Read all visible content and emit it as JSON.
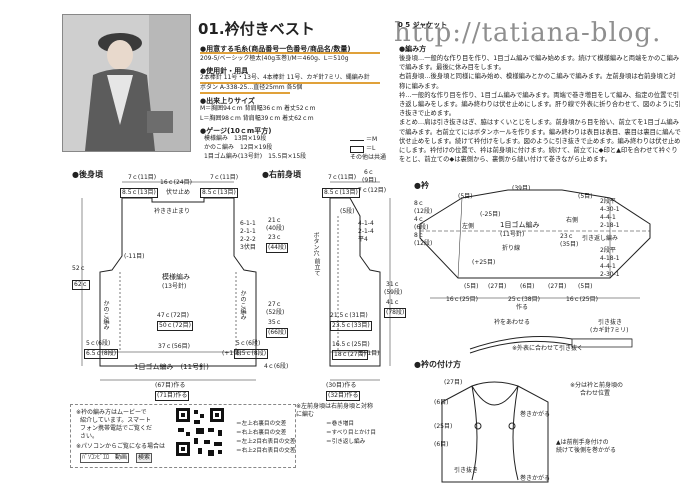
{
  "header": {
    "title": "01.衿付きベスト",
    "watermark": "http://tatiana-blog.",
    "page_tag": "0 5 ジャケット"
  },
  "materials": {
    "yarn_heading": "●用意する毛糸(商品番号一色番号/商品名/数量)",
    "yarn_line": "209-5/ベーシック極太(40g玉巻)/M＝460g、L＝510g",
    "tools_heading": "●使用針・用具",
    "tools_line1": "2本棒針 11号・13号、4本棒針 11号、カギ針7ミリ、縄編み針",
    "tools_line2": "ボタン A-338-25…直径25mm 各5個",
    "size_heading": "●出来上りサイズ",
    "size_m": "M＝胸囲94ｃm 背肩幅36ｃm 着丈52ｃm",
    "size_l": "L＝胸囲98ｃm 背肩幅39ｃm 着丈62ｃm",
    "gauge_heading": "●ゲージ(10ｃm平方)",
    "gauge_rows": [
      "模様編み　13目×19段",
      "かのこ編み　12目×19段",
      "1目ゴム編み(13号針)　15.5目×15段"
    ]
  },
  "method": {
    "heading": "●編み方",
    "paragraphs": [
      "後身頃…一般的な作り目を作り、1目ゴム編みで編み始めます。続けて模様編みと両端をかのこ編みで編みます。最後に休み目をします。",
      "右前身頃…後身頃と同様に編み始め、模様編みとかのこ編みで編みます。左前身頃は右前身頃と対称に編みます。",
      "衿…一般的な作り目を作り、1目ゴム編みで編みます。両端で巻き増目をして編み、指定の位置で引き返し編みをします。編み終わりは伏せ止めにします。肝り線で外表に折り合わせて、図のように引き抜きで止めます。",
      "まとめ…肩は引き抜きはぎ、脇はすくいとじをします。前身頃から目を拾い、前立てを1目ゴム編みで編みます。右前立てにはボタンホールを作ります。編み終わりは表目は表目、裏目は裏目に編んで伏せ止めをします。続けて衿付けをします。図のように引き抜きで止めます。編み終わりは伏せ止めにします。衿付けの位置で、衿は前身頃に付けます。続けて、前立てに◆印と▲印を合わせて衿ぐりをとじ、前立ての◆は裏側から、裏側から縫い付けて巻きながら止めます。"
    ]
  },
  "diagrams": {
    "back_title": "●後身頃",
    "front_title": "●右前身頃",
    "collar_title": "●衿",
    "collar_attach_title": "●衿の付け方",
    "back": {
      "top_left": "7ｃ(11目)",
      "top_mid": "16ｃ(24目)",
      "top_right": "7ｃ(11目)",
      "shoulder_l": "8.5ｃ(13目)",
      "shoulder_r": "8.5ｃ(13目)",
      "bind_off": "伏せ止め",
      "neck": "衿きき止まり",
      "pattern": "模様編み",
      "needle": "(13号針)",
      "side": "かのこ編み",
      "rib": "1目ゴム編み　(11号針)",
      "w47": "47ｃ(72目)",
      "w50": "50ｃ(72目)",
      "w37": "37ｃ(56目)",
      "bottom": "(67目)作る",
      "bottom2": "(71目)作る",
      "h52": "52ｃ",
      "h62": "62ｃ",
      "h21": "21ｃ",
      "h40": "(40段)",
      "h23": "23ｃ",
      "h44": "(44段)",
      "h27": "27ｃ",
      "h52r": "(52段)",
      "h35": "35ｃ",
      "h66": "(66段)",
      "rows1": "6-1-1",
      "rows2": "2-1-1",
      "rows3": "2-2-2",
      "rows4": "3伏目",
      "plus11": "(-11目)",
      "plus1": "(+1目)",
      "c5a": "5ｃ(6段)",
      "c5b": "6.5ｃ(8段)",
      "c4": "4ｃ(6段)"
    },
    "front": {
      "top_left": "7ｃ(11目)",
      "top_r": "6ｃ",
      "top_r2": "(9目)",
      "shoulder": "8.5ｃ(13目)",
      "right_top": "7ｃ(12目)",
      "neck_mark": "(5段)",
      "rows": [
        "4-1-4",
        "2-1-4",
        "平4"
      ],
      "buttonhole": "ボタン穴",
      "w215": "21.5ｃ(31目)",
      "w235": "23.5ｃ(33目)",
      "w165": "16.5ｃ(25目)",
      "w18": "18ｃ(27目)",
      "h31": "31ｃ",
      "h59": "(59段)",
      "h41": "41ｃ",
      "h78": "(78段)",
      "plus1": "(+1目)",
      "bottom": "(30目)作る",
      "bottom2": "(32目)作る",
      "note": "※左前身頃は右前身頃と対称に編む",
      "front_edge": "前立て"
    },
    "collar": {
      "top": "(39目)",
      "top2": "(5目)",
      "w23": "23ｃ",
      "w35": "(35目)",
      "pattern": "1目ゴム編み",
      "needle": "(11号針)",
      "fold": "折り線",
      "left": "左側",
      "right": "右側",
      "center": "(-25目)",
      "reverse": "引き返し編み",
      "rows_r": [
        "2段平",
        "4-30-1",
        "4-4-1",
        "2-18-1"
      ],
      "rows_r2": [
        "2段平",
        "4-18-1",
        "4-4-1",
        "2-30-1"
      ],
      "left_vals": [
        "8ｃ",
        "(12段)",
        "8ｃ",
        "(12段)",
        "4ｃ",
        "(6段)"
      ],
      "bottom_vals": [
        "(5目)",
        "(27目)",
        "(6目)",
        "(27目)",
        "(5目)"
      ],
      "plus25": "(+25目)",
      "w16a": "16ｃ(25目)",
      "w25": "25ｃ(38目)",
      "w16b": "16ｃ(25目)",
      "make": "作る"
    },
    "collar_detail": {
      "label1": "衿をあわせる",
      "label2": "引き抜き",
      "label3": "(カギ針7ミリ)",
      "note": "※外表に合わせて引き抜く"
    },
    "attach": {
      "rows": "(27目)",
      "a": "(6目)",
      "b": "(25目)",
      "c": "(6目)",
      "wrap": "巻きかがる",
      "note1": "※分は衿と前身頃の",
      "note2": "合わせ位置",
      "note3": "▲は前削手身付けの",
      "note4": "続けて後側を巻かがる",
      "note5": "引き抜き",
      "note6": "巻きかがる"
    }
  },
  "qr": {
    "text1": "※衿の編み方はムービーで",
    "text2": "紹介しています。スマート",
    "text3": "フォン携帯電話でご覧くだ",
    "text4": "さい。",
    "text5": "※パソコンからご覧になる場合は",
    "text6": "ﾊﾟｿｺﾝﾋﾟｴﾛ　動画",
    "btn": "検索"
  },
  "legend": {
    "items": [
      "＝左上右裏目の交差",
      "＝右上右裏目の交差",
      "＝左上2目右表目の交差",
      "＝右上2目右表目の交差",
      "＝巻き増目",
      "＝すべり目とかけ目",
      "＝引き返し編み"
    ]
  },
  "size_label": {
    "m": "＝M",
    "l": "＝L",
    "common": "その他は共通"
  }
}
